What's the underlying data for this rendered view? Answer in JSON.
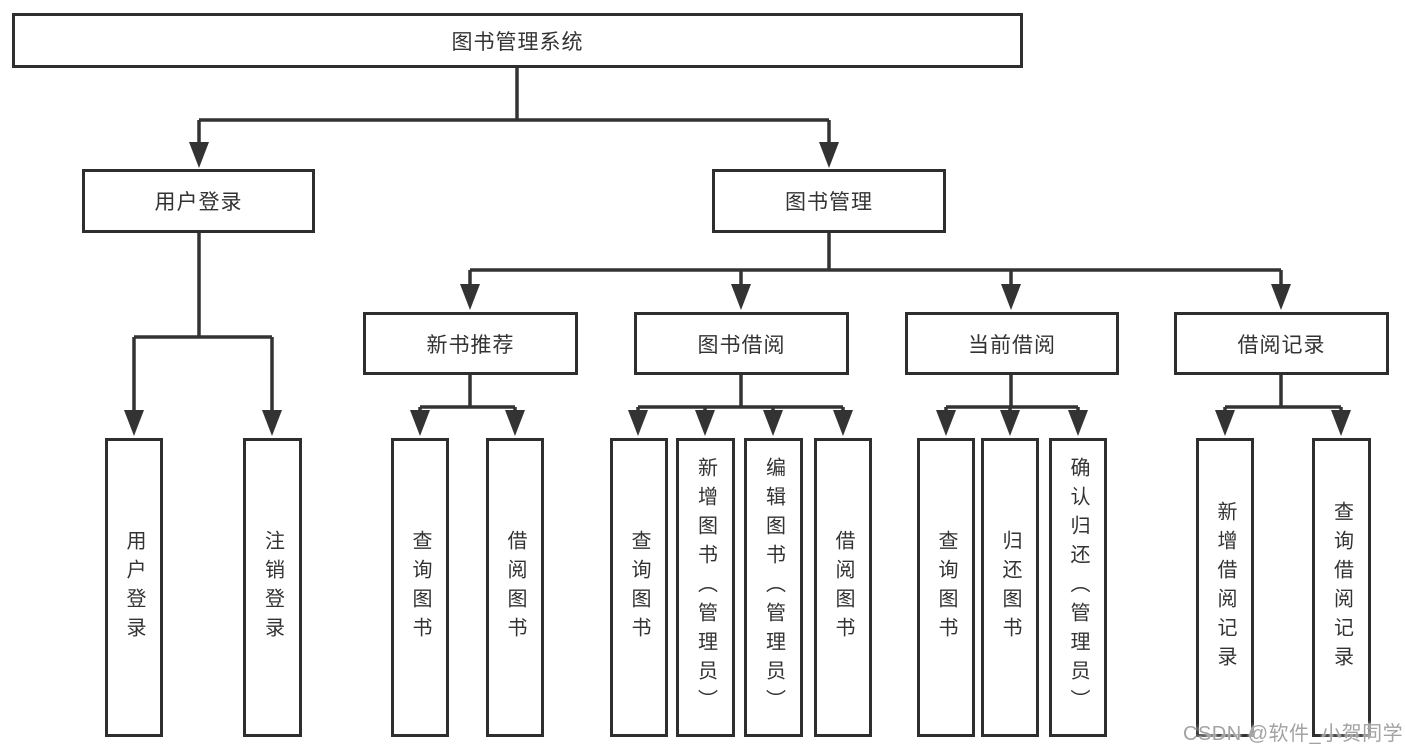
{
  "tree": {
    "root": {
      "label": "图书管理系统"
    },
    "branches": [
      {
        "label": "用户登录",
        "children": [
          {
            "label": "用户登录"
          },
          {
            "label": "注销登录"
          }
        ]
      },
      {
        "label": "图书管理",
        "children": [
          {
            "label": "新书推荐",
            "children": [
              {
                "label": "查询图书"
              },
              {
                "label": "借阅图书"
              }
            ]
          },
          {
            "label": "图书借阅",
            "children": [
              {
                "label": "查询图书"
              },
              {
                "label": "新增图书（管理员）"
              },
              {
                "label": "编辑图书（管理员）"
              },
              {
                "label": "借阅图书"
              }
            ]
          },
          {
            "label": "当前借阅",
            "children": [
              {
                "label": "查询图书"
              },
              {
                "label": "归还图书"
              },
              {
                "label": "确认归还（管理员）"
              }
            ]
          },
          {
            "label": "借阅记录",
            "children": [
              {
                "label": "新增借阅记录"
              },
              {
                "label": "查询借阅记录"
              }
            ]
          }
        ]
      }
    ]
  },
  "watermark": {
    "text": "CSDN @软件_小贺同学"
  },
  "colors": {
    "line": "#333333",
    "box_border": "#2e2e2e",
    "text": "#333333",
    "background": "#ffffff",
    "watermark": "#a3a3a3"
  }
}
